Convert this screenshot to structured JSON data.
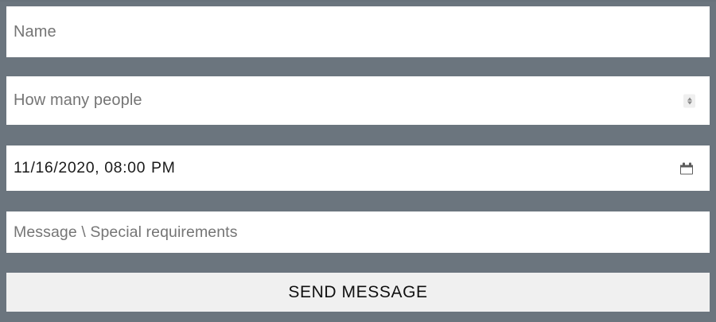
{
  "theme": {
    "background": "#6b757e",
    "field_background": "#ffffff",
    "placeholder_color": "#757575",
    "value_color": "#1a1a1a",
    "button_background": "#f0f0f0",
    "button_text_color": "#101010"
  },
  "form": {
    "name_field": {
      "placeholder": "Name",
      "value": ""
    },
    "people_field": {
      "placeholder": "How many people",
      "value": "",
      "spinner_icon": "number-spinner-icon"
    },
    "datetime_field": {
      "value": "11/16/2020, 08:00 PM",
      "date_part": "11/16/2020",
      "comma": ",",
      "time_part": "08:00",
      "meridiem": "PM",
      "picker_icon": "calendar-icon"
    },
    "message_field": {
      "placeholder": "Message \\ Special requirements",
      "value": ""
    },
    "submit_button": {
      "label": "SEND MESSAGE"
    }
  }
}
